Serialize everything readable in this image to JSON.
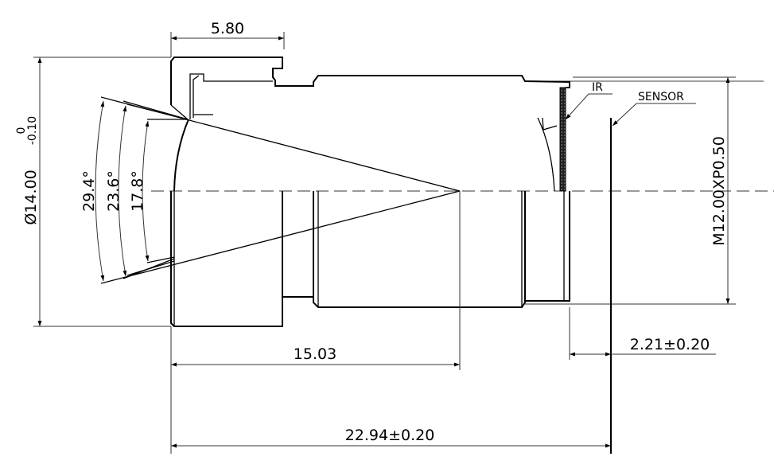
{
  "drawing": {
    "dimensions": {
      "flange_width": "5.80",
      "outer_diameter": "Ø14.00",
      "outer_diameter_tol_upper": "0",
      "outer_diameter_tol_lower": "-0.10",
      "thread": "M12.00XP0.50",
      "focal_distance": "15.03",
      "total_length": "22.94±0.20",
      "back_focal": "2.21±0.20"
    },
    "angles": [
      "29.4°",
      "23.6°",
      "17.8°"
    ],
    "labels": {
      "ir": "IR",
      "sensor": "SENSOR"
    }
  }
}
